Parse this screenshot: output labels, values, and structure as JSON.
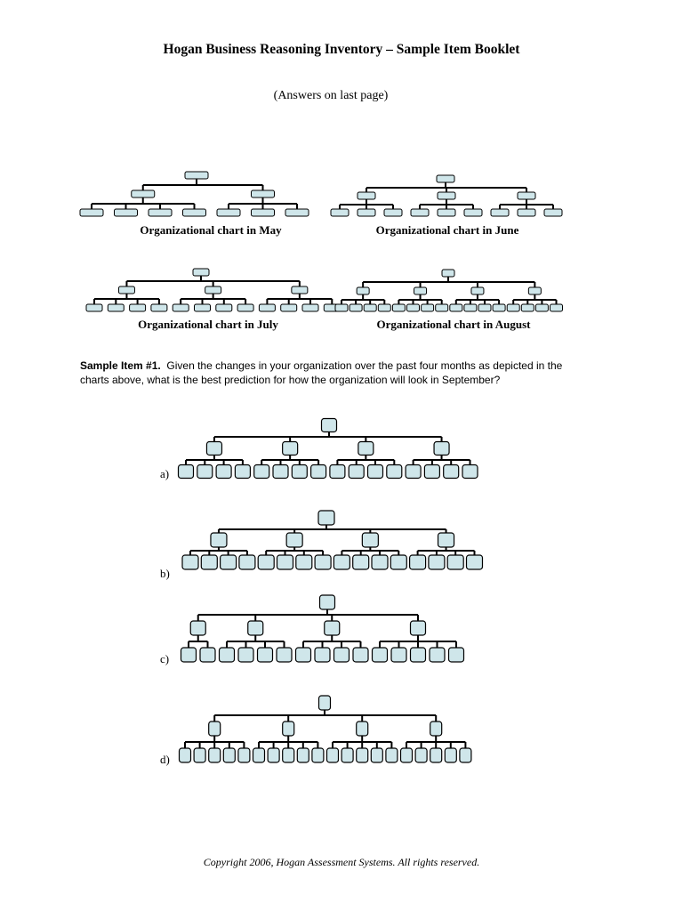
{
  "header": {
    "title": "Hogan Business Reasoning Inventory – Sample Item Booklet",
    "subtitle": "(Answers on last page)"
  },
  "charts": [
    {
      "caption": "Organizational chart in May",
      "groups": [
        4,
        3
      ]
    },
    {
      "caption": "Organizational chart in June",
      "groups": [
        3,
        3,
        3
      ]
    },
    {
      "caption": "Organizational chart in July",
      "groups": [
        4,
        4,
        4
      ]
    },
    {
      "caption": "Organizational chart in August",
      "groups": [
        4,
        4,
        4,
        4
      ]
    }
  ],
  "question": {
    "label": "Sample Item #1.",
    "text": "Given the changes in your organization over the past four months as depicted in the charts above, what is the best prediction for how the organization will look in September?"
  },
  "options": [
    {
      "letter": "a)",
      "groups": [
        4,
        4,
        4,
        4
      ]
    },
    {
      "letter": "b)",
      "groups": [
        4,
        4,
        4,
        4
      ]
    },
    {
      "letter": "c)",
      "groups": [
        2,
        4,
        4,
        5
      ]
    },
    {
      "letter": "d)",
      "groups": [
        5,
        5,
        5,
        5
      ]
    }
  ],
  "footer": {
    "copyright": "Copyright 2006, Hogan Assessment Systems. All rights reserved."
  },
  "colors": {
    "box_fill": "#cfe6ea",
    "line": "#000000"
  }
}
